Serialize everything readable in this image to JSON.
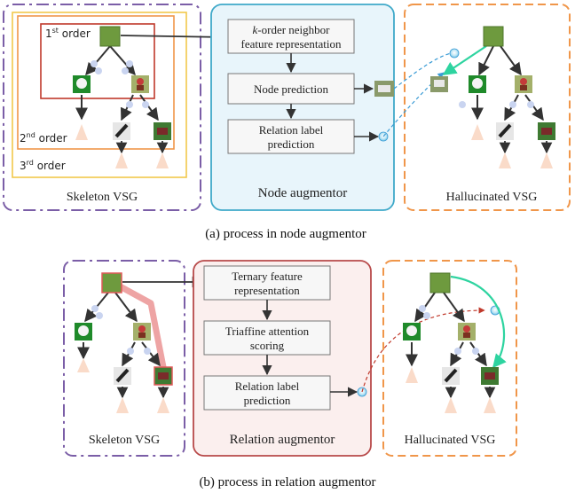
{
  "panel_a": {
    "skeleton_title": "Skeleton VSG",
    "order_1": "1",
    "order_2": "2",
    "order_3": "3",
    "order_1_sup": "st",
    "order_2_sup": "nd",
    "order_3_sup": "rd",
    "order_word": " order",
    "augmentor_title": "Node augmentor",
    "step_1_italic": "k",
    "step_1_line1_rest": "-order neighbor",
    "step_1_line2": "feature representation",
    "step_2": "Node prediction",
    "step_3_line1": "Relation label",
    "step_3_line2": "prediction",
    "hallucinated_title": "Hallucinated VSG",
    "caption": "(a) process in node augmentor"
  },
  "panel_b": {
    "skeleton_title": "Skeleton VSG",
    "augmentor_title": "Relation augmentor",
    "step_1_line1": "Ternary feature",
    "step_1_line2": "representation",
    "step_2_line1": "Triaffine attention",
    "step_2_line2": "scoring",
    "step_3_line1": "Relation label",
    "step_3_line2": "prediction",
    "hallucinated_title": "Hallucinated VSG",
    "caption": "(b) process in relation augmentor"
  },
  "colors": {
    "skeleton_border": "#7b5ea7",
    "node_aug_border": "#3fa9c9",
    "node_aug_fill": "#e8f5fb",
    "rel_aug_border": "#b84a4a",
    "rel_aug_fill": "#fbefee",
    "hallucinated_border": "#f0964a",
    "first_order": "#c0392b",
    "second_order": "#f0964a",
    "third_order": "#f2c84b",
    "highlight_path": "#e05a5a",
    "green_edge": "#2ed4a0",
    "dashed_blue": "#3a9bd5",
    "dashed_red": "#c0392b"
  }
}
